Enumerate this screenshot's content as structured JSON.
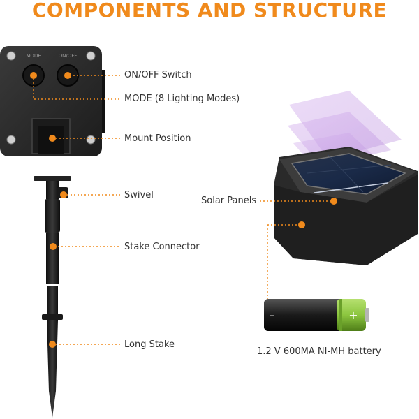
{
  "title": "COMPONENTS AND STRUCTURE",
  "colors": {
    "accent": "#f08a1c",
    "dark_part": "#2b2b2b",
    "battery_green": "#8cc63f",
    "label_text": "#333333",
    "panel_purple": "#c9a6e8"
  },
  "control_box": {
    "button_labels": [
      "MODE",
      "ON/OFF"
    ]
  },
  "labels": {
    "on_off_switch": "ON/OFF Switch",
    "mode": "MODE (8 Lighting Modes)",
    "mount_position": "Mount Position",
    "swivel": "Swivel",
    "stake_connector": "Stake Connector",
    "long_stake": "Long Stake",
    "solar_panels": "Solar Panels",
    "battery": "1.2 V 600MA NI-MH battery"
  },
  "battery_marks": {
    "minus": "–",
    "plus": "+"
  }
}
